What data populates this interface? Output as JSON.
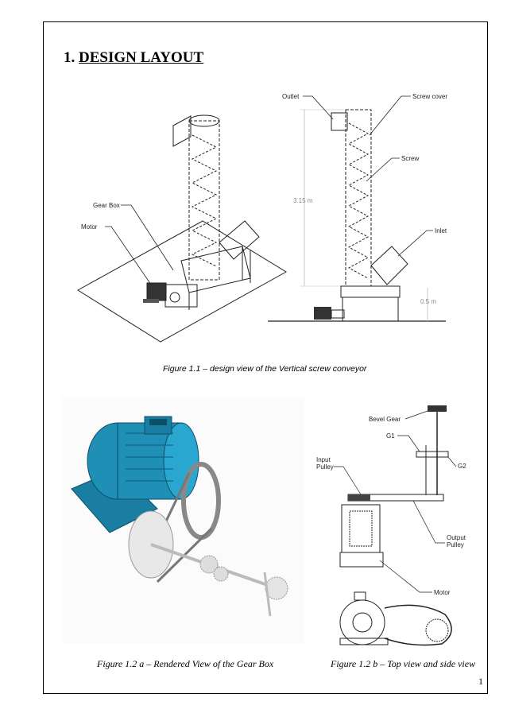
{
  "heading": {
    "number": "1.",
    "title": "DESIGN LAYOUT"
  },
  "figure1": {
    "caption": "Figure 1.1 – design view of the Vertical screw conveyor",
    "labels": {
      "gear_box": "Gear Box",
      "motor": "Motor",
      "outlet": "Outlet",
      "screw_cover": "Screw cover",
      "screw": "Screw",
      "inlet": "Inlet",
      "height": "3.15 m",
      "base_height": "0.5 m"
    }
  },
  "figure2a": {
    "caption": "Figure 1.2 a – Rendered View of the Gear Box"
  },
  "figure2b": {
    "caption": "Figure 1.2 b – Top view and side view",
    "labels": {
      "bevel_gear": "Bevel Gear",
      "g1": "G1",
      "g2": "G2",
      "input_pulley_1": "Input",
      "input_pulley_2": "Pulley",
      "output_pulley_1": "Output",
      "output_pulley_2": "Pulley",
      "motor": "Motor"
    }
  },
  "page_number": "1",
  "colors": {
    "motor_blue": "#1f8fb5",
    "line": "#222222",
    "dim_grey": "#888888"
  }
}
